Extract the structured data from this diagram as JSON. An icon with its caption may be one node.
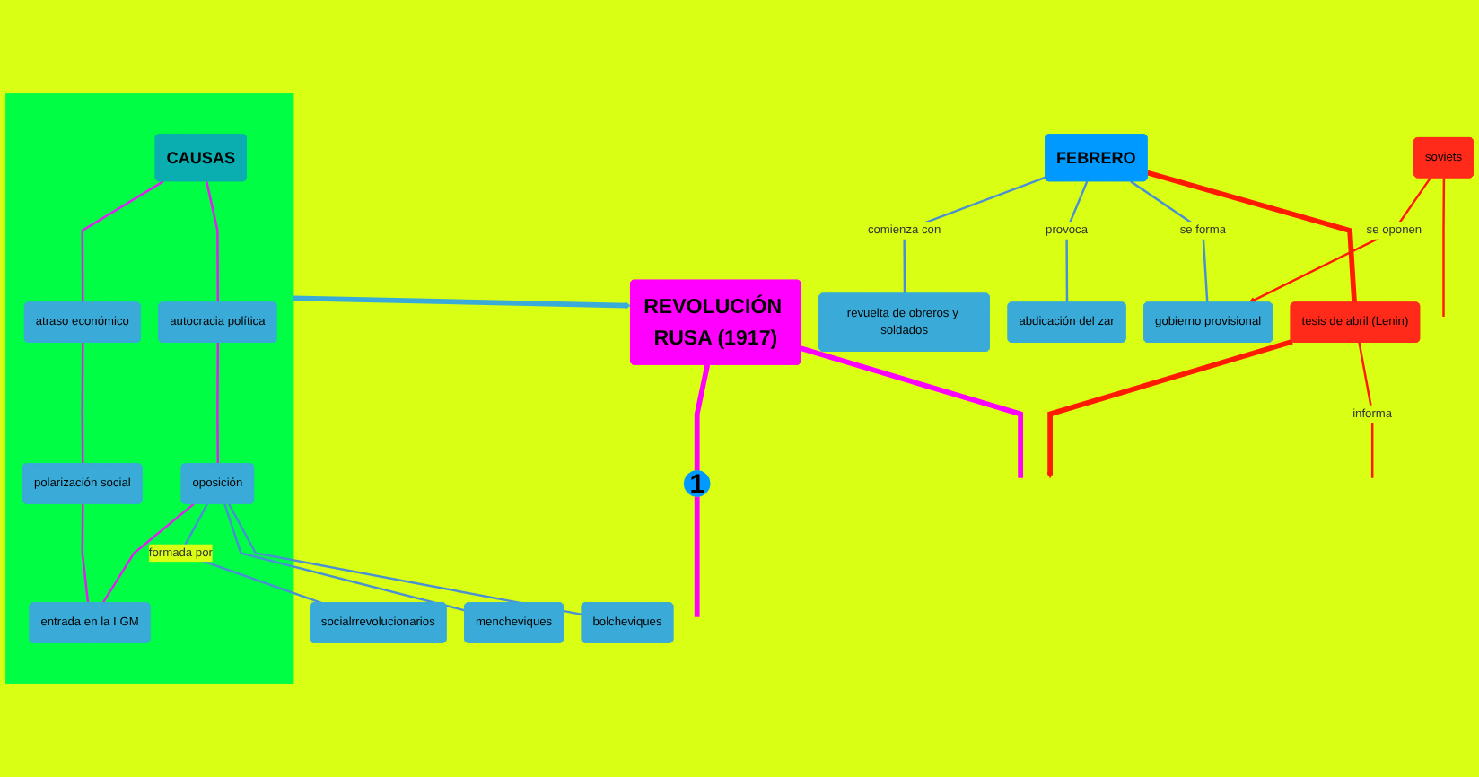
{
  "diagram": {
    "nodes": [
      {
        "text": [],
        "shape": "box"
      },
      {
        "text": [
          "CAUSAS"
        ],
        "in": 0
      },
      {
        "text": [
          "atraso económico"
        ],
        "in": 0
      },
      {
        "text": [
          "autocracia política"
        ],
        "in": 0
      },
      {
        "text": [
          "polarización social"
        ],
        "in": 0
      },
      {
        "text": [
          "oposición"
        ],
        "in": 0
      },
      {
        "text": [
          "entrada en la I GM"
        ],
        "in": 0
      },
      {
        "text": [
          "REVOLUCIÓN RUSA (1917)"
        ]
      },
      {
        "text": [
          "1"
        ]
      },
      {
        "text": [
          "FEBRERO"
        ]
      },
      {
        "text": [
          "socialrrevolucionarios"
        ]
      },
      {
        "text": [
          "mencheviques"
        ]
      },
      {
        "text": [
          "bolcheviques"
        ]
      },
      {
        "text": [
          "revuelta de obreros y soldados"
        ]
      },
      {
        "text": [
          "abdicación del zar"
        ]
      },
      {
        "text": [
          "gobierno provisional"
        ]
      },
      {
        "text": [
          "tesis de abril (Lenin)"
        ]
      },
      {
        "text": [
          "soviets"
        ]
      }
    ],
    "edges": [
      {
        "from": 1,
        "to": 2,
        "arrow": "none",
        "color": "#e020f0"
      },
      {
        "from": 1,
        "to": 3,
        "arrow": "none",
        "color": "#e020f0"
      },
      {
        "from": 2,
        "to": 4,
        "arrow": "none",
        "color": "#e020f0"
      },
      {
        "from": 3,
        "to": 5,
        "arrow": "none",
        "color": "#e020f0"
      },
      {
        "from": 4,
        "to": 6,
        "arrow": "none",
        "color": "#e020f0"
      },
      {
        "from": 5,
        "to": 6,
        "arrow": "none",
        "color": "#e020f0"
      },
      {
        "from": 5,
        "to": 10,
        "label": "formada por",
        "arrow": "none",
        "color": "#4a8fd4"
      },
      {
        "from": 5,
        "to": 11,
        "arrow": "none",
        "color": "#4a8fd4"
      },
      {
        "from": 5,
        "to": 12,
        "arrow": "none",
        "color": "#4a8fd4"
      },
      {
        "from": 0,
        "to": 7,
        "arrow": "to",
        "style": "thick",
        "color": "#3aabd8"
      },
      {
        "from": 7,
        "to": 8,
        "arrow": "none",
        "style": "thick",
        "color": "#ff00ff"
      },
      {
        "from": 7,
        "to": null,
        "arrow": "none",
        "style": "thick",
        "color": "#ff00ff"
      },
      {
        "from": 8,
        "to": null,
        "arrow": "none",
        "style": "thick",
        "color": "#ff00ff"
      },
      {
        "from": 9,
        "to": 13,
        "label": "comienza con",
        "arrow": "none",
        "color": "#4a8fd4"
      },
      {
        "from": 9,
        "to": 14,
        "label": "provoca",
        "arrow": "none",
        "color": "#4a8fd4"
      },
      {
        "from": 9,
        "to": 15,
        "label": "se forma",
        "arrow": "none",
        "color": "#4a8fd4"
      },
      {
        "from": 9,
        "to": 16,
        "arrow": "none",
        "style": "thick",
        "color": "#ff1a00"
      },
      {
        "from": 16,
        "to": null,
        "arrow": "to",
        "style": "thick",
        "color": "#ff1a00"
      },
      {
        "from": 16,
        "to": null,
        "label": "informa",
        "arrow": "none",
        "color": "#ff1a00"
      },
      {
        "from": 17,
        "to": 15,
        "label": "se oponen",
        "arrow": "to",
        "color": "#ff1a00"
      },
      {
        "from": 17,
        "to": null,
        "arrow": "none",
        "color": "#ff1a00"
      }
    ]
  }
}
